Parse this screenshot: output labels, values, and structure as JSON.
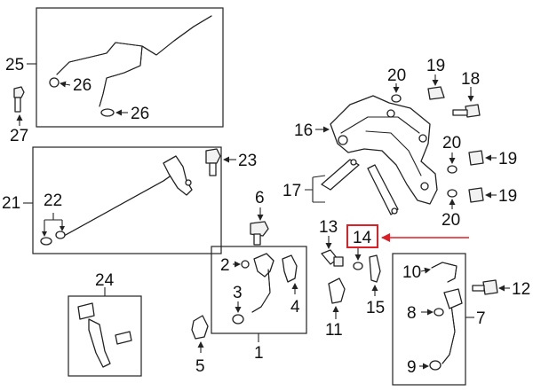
{
  "highlight": {
    "color": "#e01e26",
    "label": "14"
  },
  "callouts": {
    "c1": "1",
    "c2": "2",
    "c3": "3",
    "c4": "4",
    "c5": "5",
    "c6": "6",
    "c7": "7",
    "c8": "8",
    "c9": "9",
    "c10": "10",
    "c11": "11",
    "c12": "12",
    "c13": "13",
    "c15": "15",
    "c16": "16",
    "c17": "17",
    "c18": "18",
    "c19a": "19",
    "c19b": "19",
    "c19c": "19",
    "c20a": "20",
    "c20b": "20",
    "c20c": "20",
    "c21": "21",
    "c22": "22",
    "c23": "23",
    "c24": "24",
    "c25": "25",
    "c26a": "26",
    "c26b": "26",
    "c27": "27"
  }
}
